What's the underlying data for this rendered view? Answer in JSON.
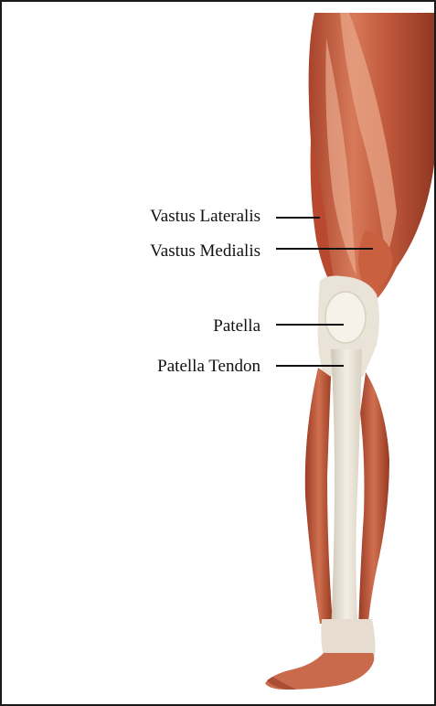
{
  "diagram": {
    "labels": [
      "Vastus Lateralis",
      "Vastus Medialis",
      "Patella",
      "Patella Tendon"
    ]
  },
  "colors": {
    "muscle": "#c2573b",
    "muscle_light": "#e29a7c",
    "tendon": "#e8e2d6",
    "border": "#1a1a1a",
    "leader_line": "#111111"
  }
}
